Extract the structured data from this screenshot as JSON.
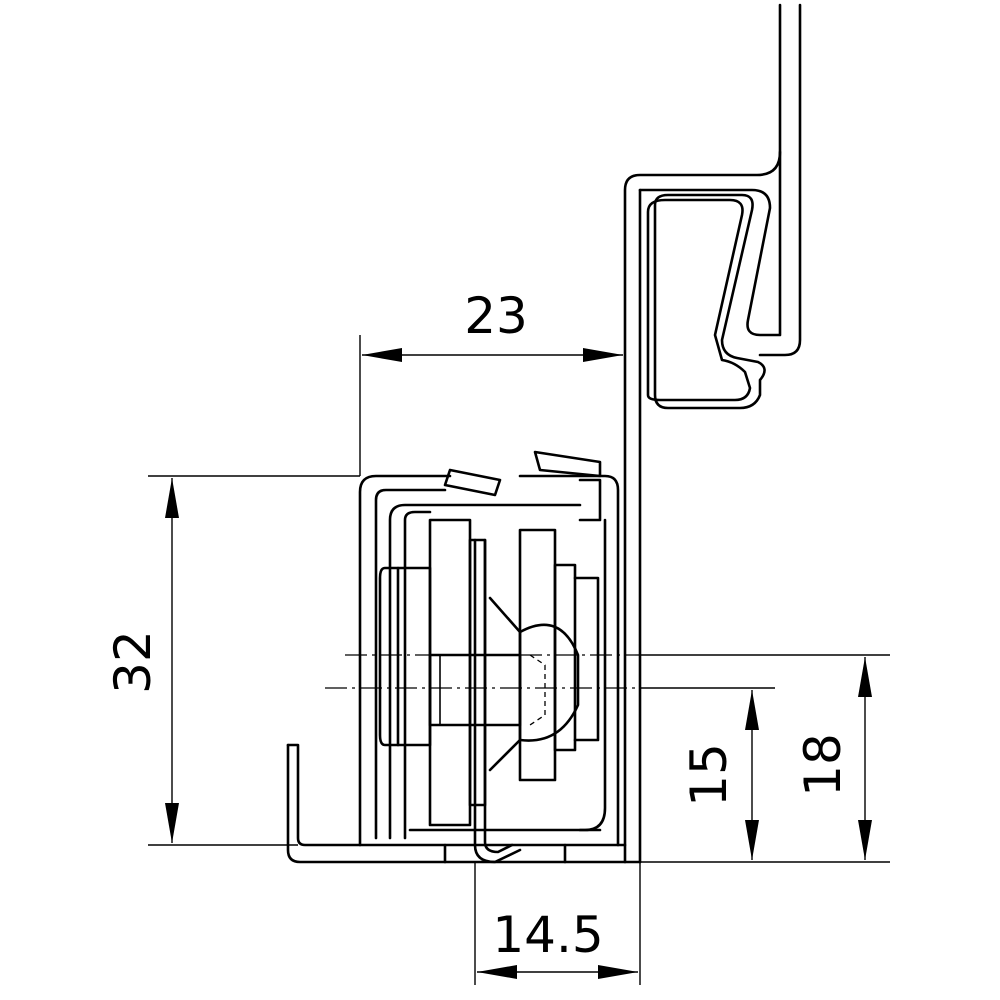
{
  "dimensions": {
    "top_width": "23",
    "overall_height": "32",
    "height_a": "15",
    "height_b": "18",
    "bottom_width": "14.5"
  }
}
